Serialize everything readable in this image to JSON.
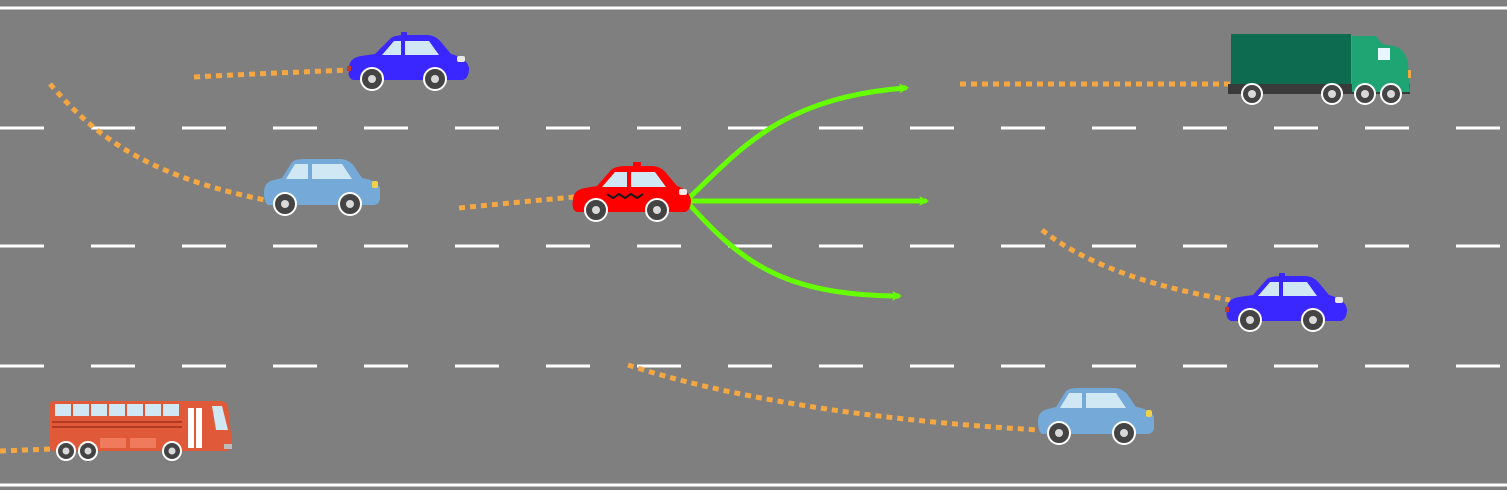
{
  "colors": {
    "road": "#7f7f7f",
    "edge_line": "#ffffff",
    "lane_dash": "#ffffff",
    "trajectory": "#f5a742",
    "prediction_arrow": "#66ff00",
    "ego_vehicle": "#ff0000",
    "car_blue": "#3a26ff",
    "car_light_blue": "#74a9d8",
    "truck_cab": "#1fa574",
    "truck_trailer": "#0d6b4f",
    "bus": "#e05a3a",
    "window": "#cfe8f3",
    "wheel": "#444444"
  },
  "scene": {
    "lane_count": 4,
    "ego_vehicle": {
      "kind": "taxi",
      "lane": 2
    },
    "predicted_paths": [
      "turn-left",
      "straight",
      "turn-right"
    ],
    "vehicles": [
      {
        "kind": "car",
        "color": "blue",
        "lane": 1
      },
      {
        "kind": "car",
        "color": "light-blue",
        "lane": 2
      },
      {
        "kind": "truck",
        "color": "green",
        "lane": 1
      },
      {
        "kind": "car",
        "color": "blue",
        "lane": 3
      },
      {
        "kind": "car",
        "color": "light-blue",
        "lane": 4
      },
      {
        "kind": "bus",
        "color": "red",
        "lane": 4
      }
    ]
  }
}
